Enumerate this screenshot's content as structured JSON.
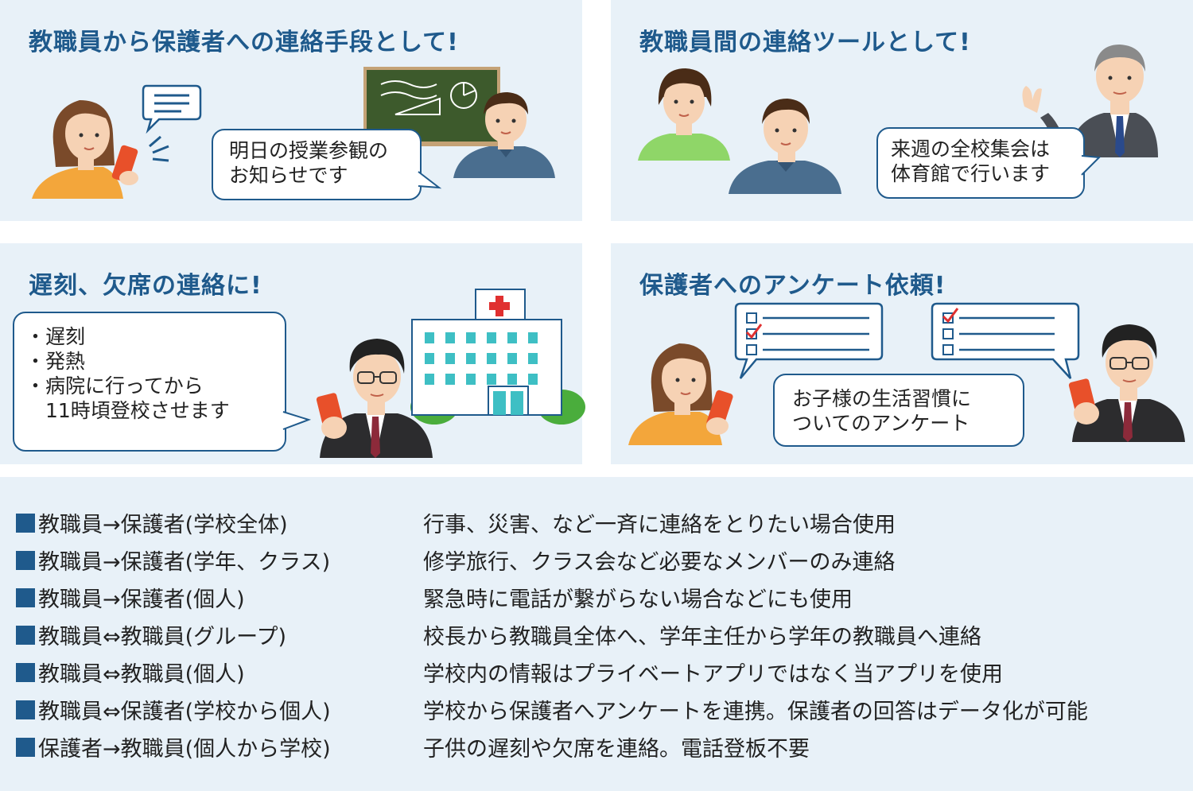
{
  "panels": {
    "parent_contact": {
      "title": "教職員から保護者への連絡手段として!",
      "bubble_lines": [
        "明日の授業参観の",
        "お知らせです"
      ]
    },
    "staff_tool": {
      "title": "教職員間の連絡ツールとして!",
      "bubble_lines": [
        "来週の全校集会は",
        "体育館で行います"
      ]
    },
    "absence": {
      "title": "遅刻、欠席の連絡に!",
      "bubble_lines": [
        "・遅刻",
        "・発熱",
        "・病院に行ってから",
        "　11時頃登校させます"
      ]
    },
    "survey": {
      "title": "保護者へのアンケート依頼!",
      "bubble_lines": [
        "お子様の生活習慣に",
        "ついてのアンケート"
      ]
    }
  },
  "usage_list": [
    {
      "label": "教職員→保護者(学校全体)",
      "desc": "行事、災害、など一斉に連絡をとりたい場合使用"
    },
    {
      "label": "教職員→保護者(学年、クラス)",
      "desc": "修学旅行、クラス会など必要なメンバーのみ連絡"
    },
    {
      "label": "教職員→保護者(個人)",
      "desc": "緊急時に電話が繋がらない場合などにも使用"
    },
    {
      "label": "教職員⇔教職員(グループ)",
      "desc": "校長から教職員全体へ、学年主任から学年の教職員へ連絡"
    },
    {
      "label": "教職員⇔教職員(個人)",
      "desc": "学校内の情報はプライベートアプリではなく当アプリを使用"
    },
    {
      "label": "教職員⇔保護者(学校から個人)",
      "desc": "学校から保護者へアンケートを連携。保護者の回答はデータ化が可能"
    },
    {
      "label": "保護者→教職員(個人から学校)",
      "desc": "子供の遅刻や欠席を連絡。電話登板不要"
    }
  ],
  "colors": {
    "accent": "#1f5a8c",
    "panel_bg": "#e8f1f8",
    "phone": "#e8502a",
    "blackboard": "#3d5a2c"
  },
  "icons": [
    "woman-icon",
    "phone-icon",
    "chat-bubble-icon",
    "blackboard-icon",
    "male-teacher-icon",
    "principal-icon",
    "hospital-icon",
    "red-cross-icon",
    "checklist-icon",
    "businessman-icon"
  ]
}
